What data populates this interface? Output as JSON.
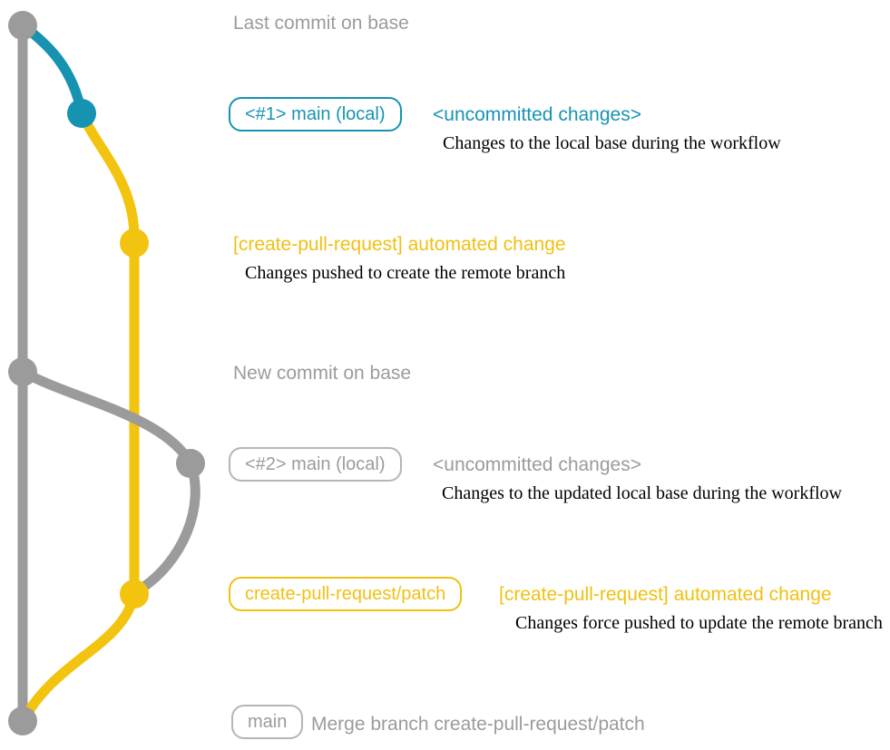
{
  "colors": {
    "base_gray": "#9b9b9b",
    "local_teal": "#1793b2",
    "branch_yellow": "#f2c40f",
    "caption_black": "#000000"
  },
  "milestones": {
    "last_commit": "Last commit on base",
    "new_commit": "New commit on base"
  },
  "rows": {
    "local1": {
      "badge": "<#1> main (local)",
      "heading": "<uncommitted changes>",
      "caption": "Changes to the local base during the workflow"
    },
    "push1": {
      "heading": "[create-pull-request] automated change",
      "caption": "Changes pushed to create the remote branch"
    },
    "local2": {
      "badge": "<#2> main (local)",
      "heading": "<uncommitted changes>",
      "caption": "Changes to the updated local base during the workflow"
    },
    "push2": {
      "badge": "create-pull-request/patch",
      "heading": "[create-pull-request] automated change",
      "caption": "Changes force pushed to update the remote branch"
    },
    "merge": {
      "badge": "main",
      "heading": "Merge branch create-pull-request/patch"
    }
  }
}
